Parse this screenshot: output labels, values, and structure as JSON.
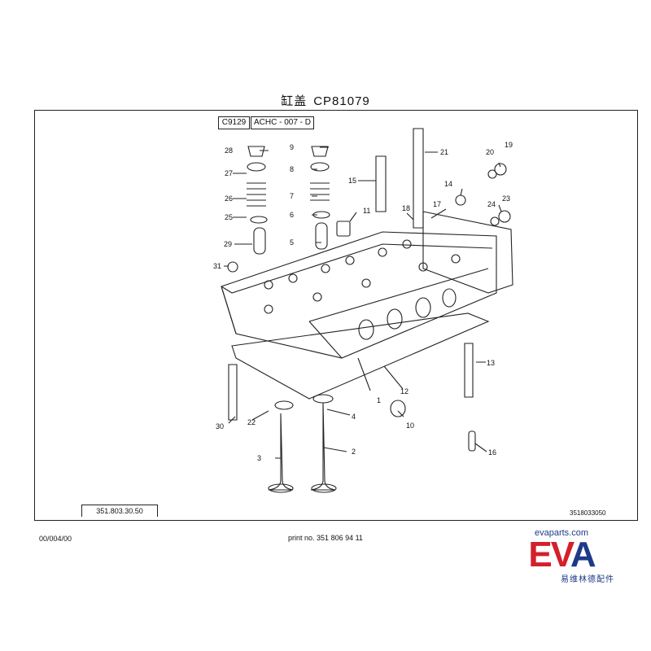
{
  "header": {
    "title_cn": "缸盖",
    "title_code": "CP81079"
  },
  "codes": {
    "c1": "C9129",
    "c2": "ACHC - 007 - D"
  },
  "footer": {
    "part_number": "351.803.30.50",
    "reference": "3518033050",
    "date_code": "00/004/00",
    "print_no": "print no. 351 806 94 11"
  },
  "logo": {
    "url": "evaparts.com",
    "mark_ev": "EV",
    "mark_a": "A",
    "cn": "易维林德配件"
  },
  "callouts": [
    "1",
    "2",
    "3",
    "4",
    "5",
    "6",
    "7",
    "8",
    "9",
    "10",
    "11",
    "12",
    "13",
    "14",
    "15",
    "16",
    "17",
    "18",
    "19",
    "20",
    "21",
    "22",
    "23",
    "24",
    "25",
    "26",
    "27",
    "28",
    "29",
    "30",
    "31"
  ]
}
